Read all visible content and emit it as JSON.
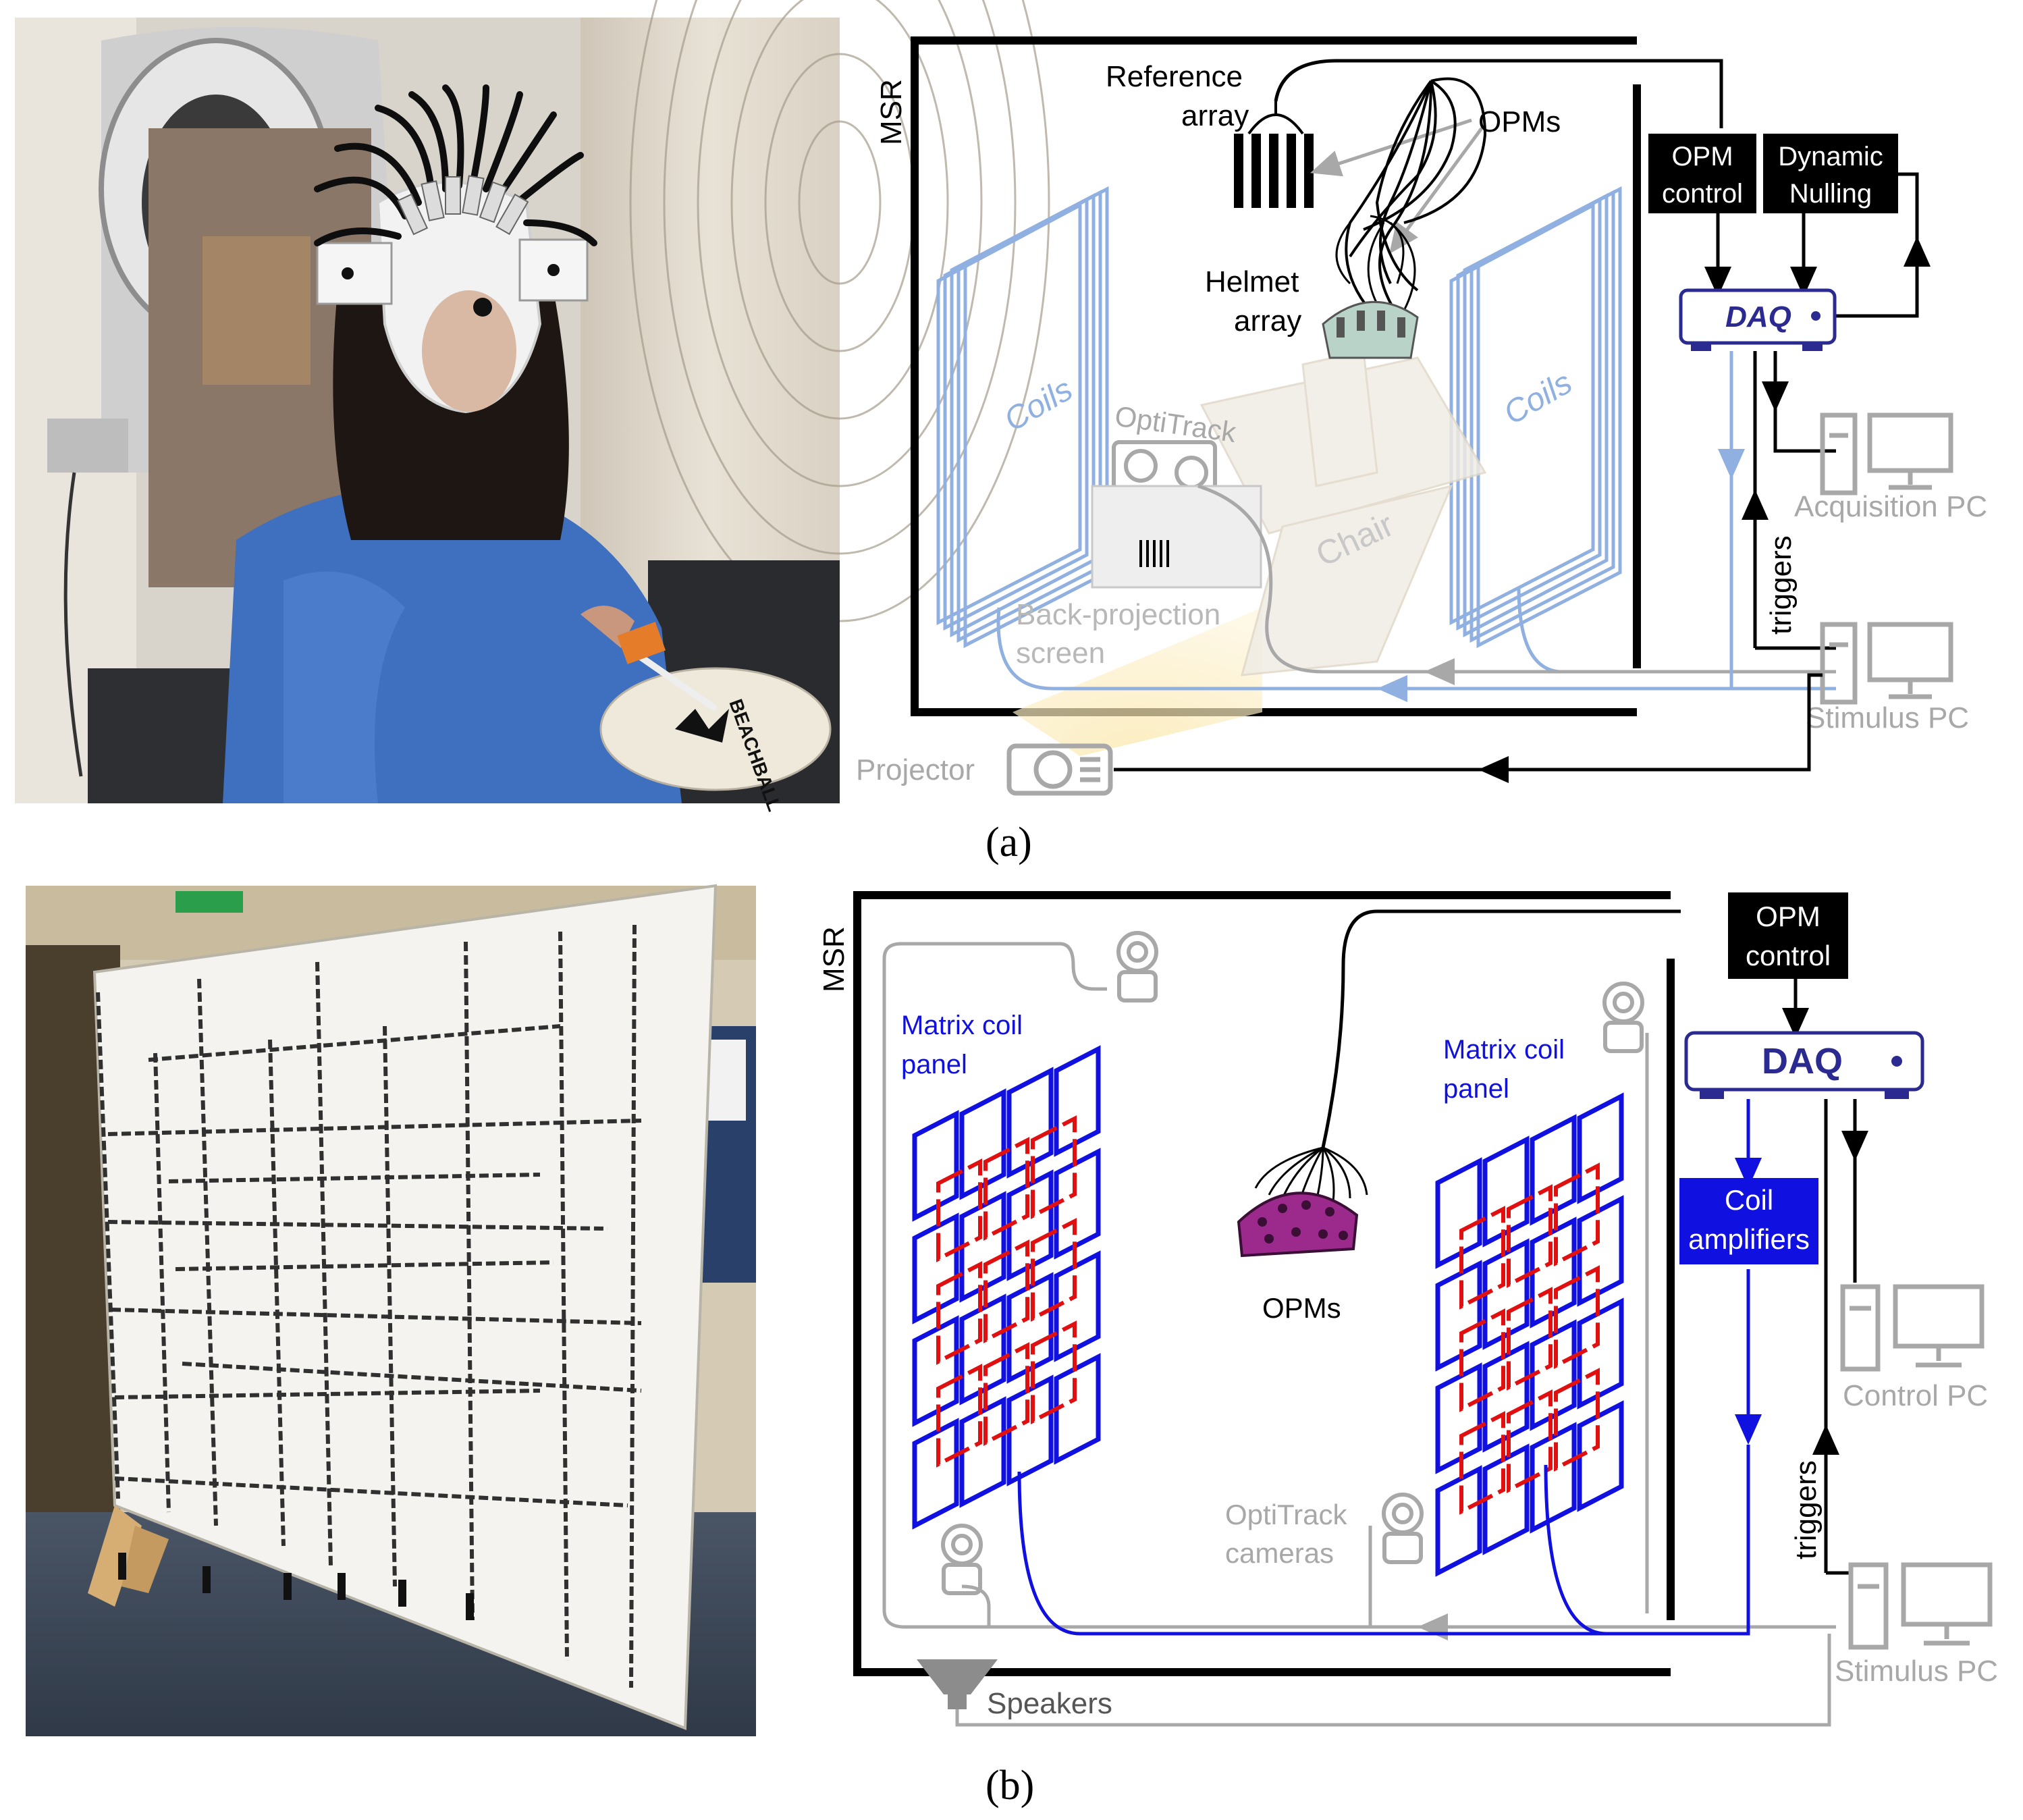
{
  "captions": {
    "a": "(a)",
    "b": "(b)"
  },
  "panel_a": {
    "msr": "MSR",
    "reference_array": [
      "Reference",
      "array"
    ],
    "opms": "OPMs",
    "opm_control": [
      "OPM",
      "control"
    ],
    "dynamic_nulling": [
      "Dynamic",
      "Nulling"
    ],
    "daq": "DAQ",
    "helmet_array": [
      "Helmet",
      "array"
    ],
    "coils_left": "Coils",
    "coils_right": "Coils",
    "optitrack": "OptiTrack",
    "chair": "Chair",
    "back_projection": [
      "Back-projection",
      "screen"
    ],
    "acquisition_pc": "Acquisition PC",
    "triggers": "triggers",
    "stimulus_pc": "Stimulus PC",
    "projector": "Projector",
    "paddle_text": "BEACHBALL"
  },
  "panel_b": {
    "msr": "MSR",
    "opm_control": [
      "OPM",
      "control"
    ],
    "daq": "DAQ",
    "matrix_left": [
      "Matrix coil",
      "panel"
    ],
    "matrix_right": [
      "Matrix coil",
      "panel"
    ],
    "coil_amplifiers": [
      "Coil",
      "amplifiers"
    ],
    "opms": "OPMs",
    "control_pc": "Control PC",
    "triggers": "triggers",
    "optitrack": [
      "OptiTrack",
      "cameras"
    ],
    "stimulus_pc": "Stimulus PC",
    "speakers": "Speakers"
  },
  "colors": {
    "coil_light_blue": "#8fb0e0",
    "matrix_blue": "#1010e0",
    "matrix_red": "#e01010",
    "daq_navy": "#2a2a90",
    "grey": "#a8a8a8",
    "black_box": "#000000"
  }
}
